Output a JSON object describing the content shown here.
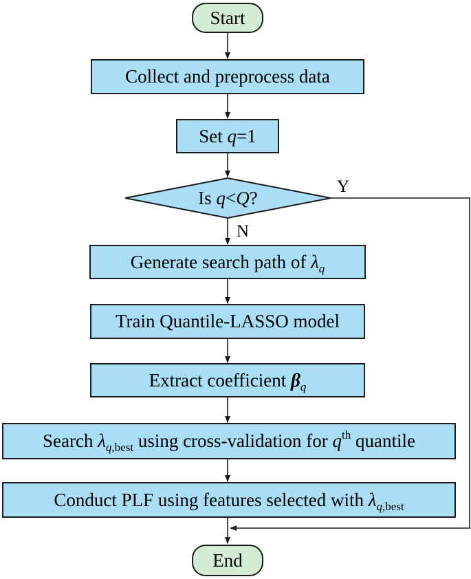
{
  "colors": {
    "process_fill": "#a9def4",
    "terminal_fill": "#d5ecd4",
    "stroke": "#1a1a1a"
  },
  "nodes": {
    "start": "Start",
    "collect": "Collect and preprocess data",
    "set_q": {
      "pre": "Set ",
      "var": "q",
      "post": "=1"
    },
    "decision": {
      "pre": "Is ",
      "var1": "q",
      "op": "<",
      "var2": "Q",
      "post": "?"
    },
    "generate": {
      "pre": "Generate search path of ",
      "sym": "λ",
      "sub": "q"
    },
    "train": "Train Quantile-LASSO model",
    "extract": {
      "pre": "Extract coefficient ",
      "sym": "β",
      "sub": "q"
    },
    "search": {
      "pre": "Search ",
      "sym": "λ",
      "sub_var": "q",
      "sub_rest": ",best",
      "mid": " using cross-validation for ",
      "var": "q",
      "sup": "th",
      "post": " quantile"
    },
    "conduct": {
      "pre": "Conduct PLF using features selected with ",
      "sym": "λ",
      "sub_var": "q",
      "sub_rest": ",best"
    },
    "end": "End"
  },
  "edge_labels": {
    "yes": "Y",
    "no": "N"
  }
}
